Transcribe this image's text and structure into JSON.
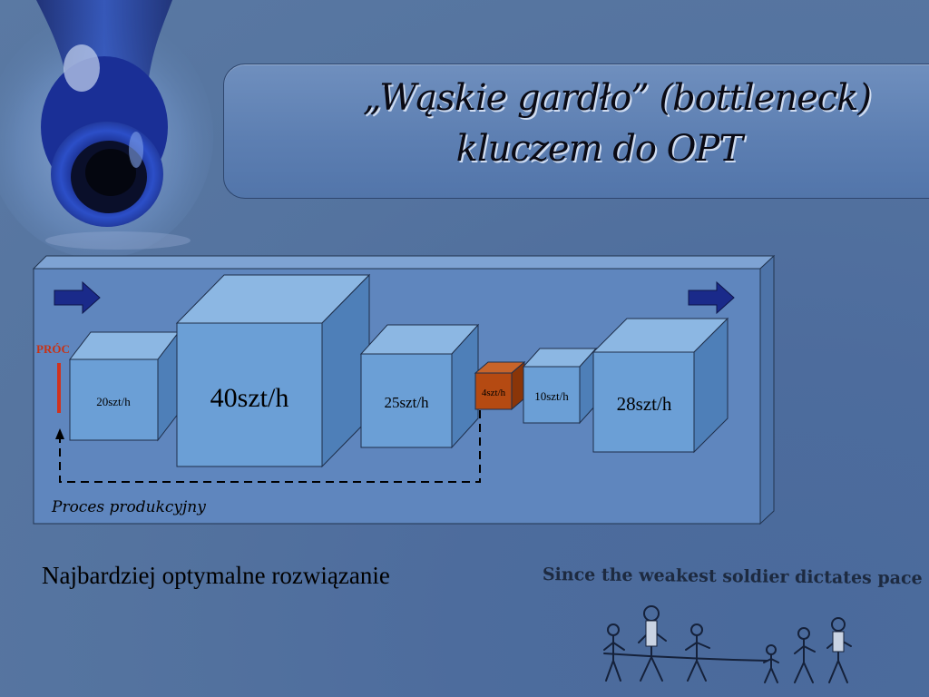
{
  "title": {
    "line1": "„Wąskie gardło” (bottleneck)",
    "line2": "kluczem do OPT"
  },
  "diagram": {
    "left_label": "PRÓC",
    "stages": [
      {
        "label": "20szt/h",
        "value": 20,
        "unit": "szt/h"
      },
      {
        "label": "40szt/h",
        "value": 40,
        "unit": "szt/h"
      },
      {
        "label": "25szt/h",
        "value": 25,
        "unit": "szt/h"
      },
      {
        "label": "4szt/h",
        "value": 4,
        "unit": "szt/h",
        "bottleneck": true
      },
      {
        "label": "10szt/h",
        "value": 10,
        "unit": "szt/h"
      },
      {
        "label": "28szt/h",
        "value": 28,
        "unit": "szt/h"
      }
    ],
    "process_label": "Proces produkcyjny"
  },
  "caption": "Najbardziej optymalne rozwiązanie",
  "illustration": {
    "text": "Since the weakest soldier dictates pace"
  },
  "colors": {
    "background": "#55749f",
    "title_panel": "#6485b6",
    "diagram_panel": "#5e85bd",
    "box_front": "#6b9fd6",
    "box_top": "#8cb7e3",
    "box_side": "#4e7fb8",
    "bottleneck_front": "#b54a12",
    "arrow": "#1a2a8a",
    "start_line": "#d0321e"
  }
}
